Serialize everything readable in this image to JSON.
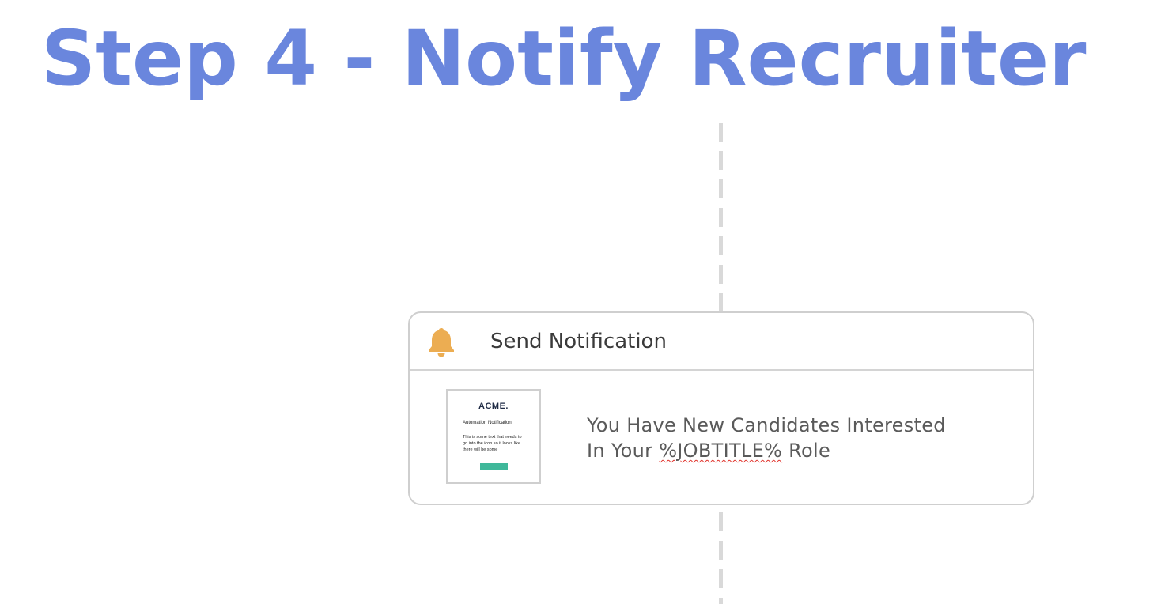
{
  "title": "Step 4 - Notify Recruiter",
  "card": {
    "icon": "bell-icon",
    "icon_color": "#ecad52",
    "title": "Send Notification",
    "thumbnail": {
      "logo": "ACME.",
      "heading": "Automation Notification",
      "body": "This is some text that needs to go into the icon so it looks like there will be some",
      "button_color": "#3fb89a"
    },
    "message_line1": "You Have New Candidates Interested",
    "message_line2_prefix": "In Your ",
    "message_line2_token": "%JOBTITLE%",
    "message_line2_suffix": " Role"
  },
  "colors": {
    "title": "#6a86dd",
    "connector": "#d9d9d9",
    "card_border": "#cfcfcf"
  }
}
